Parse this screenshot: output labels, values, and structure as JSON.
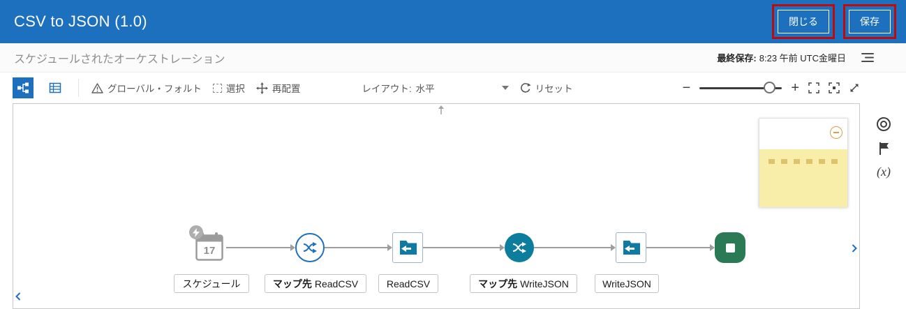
{
  "header": {
    "title": "CSV to JSON (1.0)",
    "buttons": {
      "close": "閉じる",
      "save": "保存"
    }
  },
  "subheader": {
    "title": "スケジュールされたオーケストレーション",
    "last_saved_label": "最終保存:",
    "last_saved_value": "8:23 午前 UTC金曜日"
  },
  "toolbar": {
    "global_fault": "グローバル・フォルト",
    "select_label": "選択",
    "rearrange_label": "再配置",
    "layout_label": "レイアウト:",
    "layout_value": "水平",
    "reset_label": "リセット",
    "zoom_out": "−",
    "zoom_in": "+"
  },
  "canvas": {
    "nodes": [
      {
        "type": "schedule",
        "label": "スケジュール",
        "calendar_day": "17"
      },
      {
        "type": "map",
        "prefix": "マップ先",
        "label": "ReadCSV"
      },
      {
        "type": "file",
        "label": "ReadCSV"
      },
      {
        "type": "map",
        "prefix": "マップ先",
        "label": "WriteJSON"
      },
      {
        "type": "file",
        "label": "WriteJSON"
      },
      {
        "type": "end"
      }
    ]
  },
  "right_rail": {
    "variables": "(x)"
  },
  "colors": {
    "header_blue": "#1d70bd",
    "annotation_red": "#bf0a0a",
    "map_teal": "#0c7d9d",
    "folder_teal": "#0d7ba3",
    "end_green": "#2a7a55",
    "minimap_yellow": "#f8eda9",
    "minimap_orange": "#e29b43"
  }
}
